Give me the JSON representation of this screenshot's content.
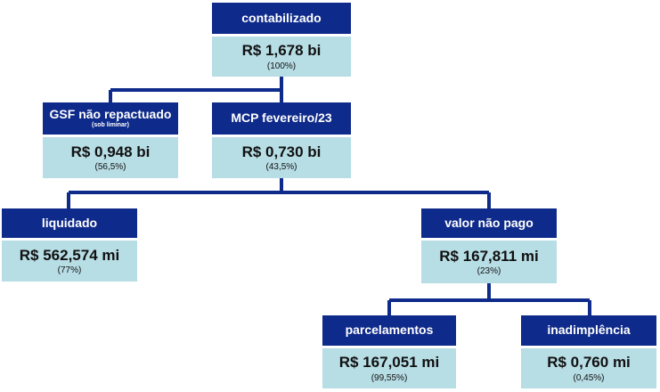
{
  "nodes": {
    "contabilizado": {
      "title": "contabilizado",
      "value": "R$ 1,678 bi",
      "percent": "(100%)"
    },
    "gsf": {
      "title": "GSF não repactuado",
      "note": "(sob liminar)",
      "value": "R$ 0,948 bi",
      "percent": "(56,5%)"
    },
    "mcp": {
      "title": "MCP fevereiro/23",
      "value": "R$ 0,730 bi",
      "percent": "(43,5%)"
    },
    "liquidado": {
      "title": "liquidado",
      "value": "R$ 562,574 mi",
      "percent": "(77%)"
    },
    "valor_nao_pago": {
      "title": "valor não pago",
      "value": "R$ 167,811 mi",
      "percent": "(23%)"
    },
    "parcelamentos": {
      "title": "parcelamentos",
      "value": "R$ 167,051 mi",
      "percent": "(99,55%)"
    },
    "inadimplencia": {
      "title": "inadimplência",
      "value": "R$ 0,760 mi",
      "percent": "(0,45%)"
    }
  },
  "colors": {
    "header": "#0e2a8a",
    "body": "#b7dde5",
    "connector": "#0e2a8a"
  }
}
